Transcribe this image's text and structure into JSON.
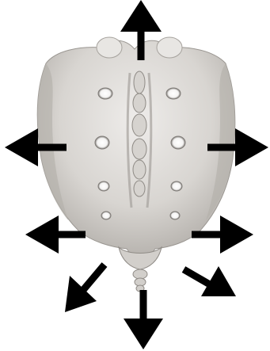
{
  "illustration": {
    "subject_icon": "sacrum-bone-icon",
    "arrow_icon": "arrow-icon",
    "arrow_directions": [
      "up",
      "left",
      "right",
      "left",
      "right",
      "down-left",
      "down-right",
      "down"
    ]
  },
  "colors": {
    "background": "#ffffff",
    "arrow": "#000000",
    "bone_light": "#e4e2df",
    "bone_mid": "#c9c6c2",
    "bone_shadow": "#8f8b86"
  }
}
